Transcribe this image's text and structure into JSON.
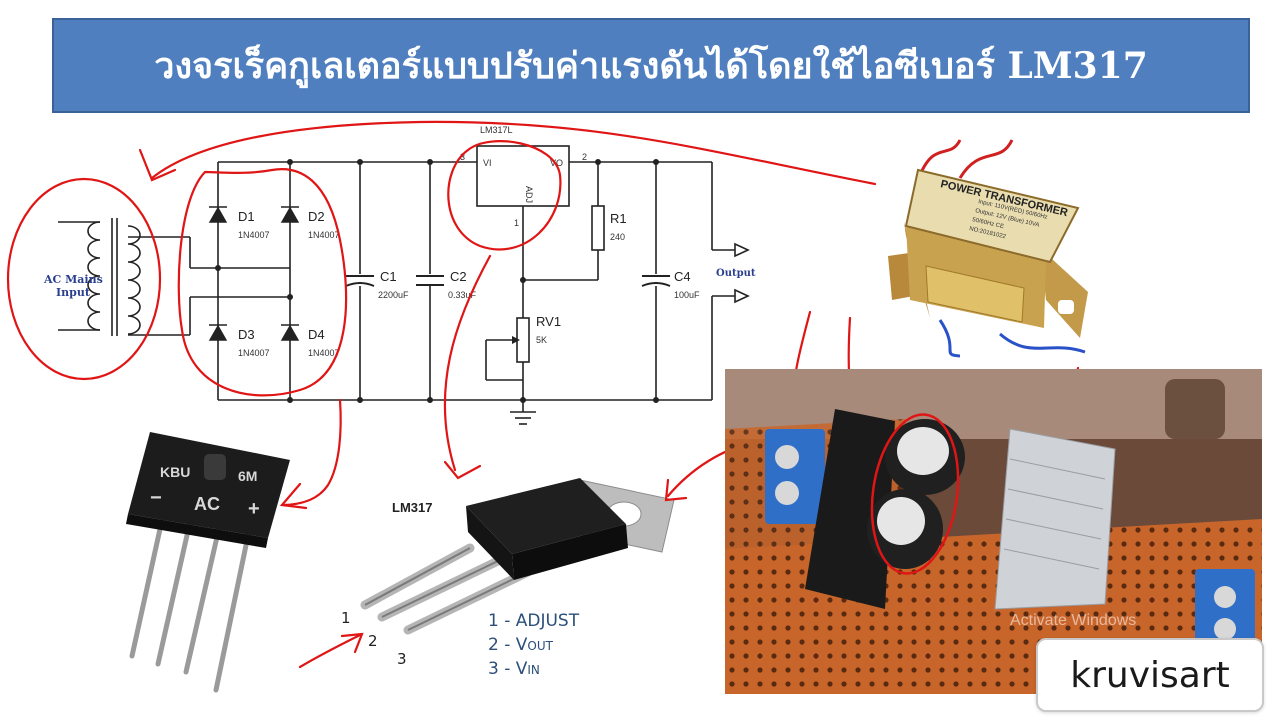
{
  "title": "วงจรเร็คกูเลเตอร์แบบปรับค่าแรงดันได้โดยใช้ไอซีเบอร์ LM317",
  "schematic": {
    "ac_input_line1": "AC Mains",
    "ac_input_line2": "Input",
    "diodes": [
      {
        "name": "D1",
        "part": "1N4007"
      },
      {
        "name": "D2",
        "part": "1N4007"
      },
      {
        "name": "D3",
        "part": "1N4007"
      },
      {
        "name": "D4",
        "part": "1N4007"
      }
    ],
    "c1": {
      "name": "C1",
      "value": "2200uF"
    },
    "c2": {
      "name": "C2",
      "value": "0.33uF"
    },
    "c4": {
      "name": "C4",
      "value": "100uF"
    },
    "r1": {
      "name": "R1",
      "value": "240"
    },
    "rv1": {
      "name": "RV1",
      "value": "5K"
    },
    "ic": {
      "name": "LM317L",
      "vi": "VI",
      "vo": "VO",
      "adj": "ADJ",
      "pin1": "1",
      "pin2": "2",
      "pin3": "3"
    },
    "output_label": "Output"
  },
  "bridge": {
    "line1": "KBU",
    "line2": "6M",
    "minus": "−",
    "ac": "AC",
    "plus": "+"
  },
  "lm317": {
    "label": "LM317",
    "pin_numbers": [
      "1",
      "2",
      "3"
    ],
    "pin_list": {
      "p1": "1 - ADJUST",
      "p2_prefix": "2 - V",
      "p2_sub": "out",
      "p3_prefix": "3 - V",
      "p3_sub": "in"
    }
  },
  "transformer": {
    "heading": "POWER TRANSFORMER",
    "spec1": "Input: 110V(RED)  50/60Hz",
    "spec2": "Output: 12V (Blue) 10VA",
    "spec3": "50/60Hz  CE",
    "spec4": "NO:20181022"
  },
  "watermark": "Activate Windows",
  "brand": "kruvisart",
  "colors": {
    "title_bg": "#4f7fbf",
    "annotation": "#e01515",
    "pin_text": "#2b4e7a"
  }
}
